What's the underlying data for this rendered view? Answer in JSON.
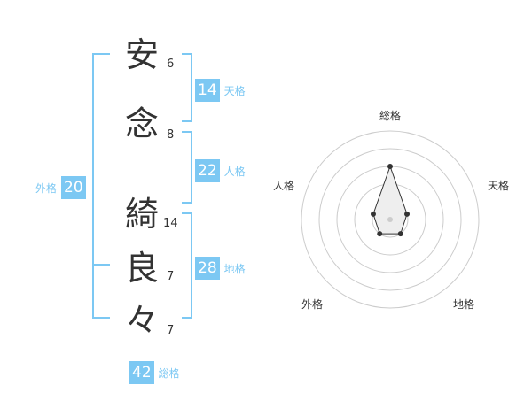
{
  "name": {
    "chars": [
      {
        "char": "安",
        "strokes": "6"
      },
      {
        "char": "念",
        "strokes": "8"
      },
      {
        "char": "綺",
        "strokes": "14"
      },
      {
        "char": "良",
        "strokes": "7"
      },
      {
        "char": "々",
        "strokes": "7"
      }
    ]
  },
  "fortune": {
    "tenkaku": {
      "value": "14",
      "label": "天格"
    },
    "jinkaku": {
      "value": "22",
      "label": "人格"
    },
    "chikaku": {
      "value": "28",
      "label": "地格"
    },
    "gaikaku": {
      "value": "20",
      "label": "外格"
    },
    "soukaku": {
      "value": "42",
      "label": "総格"
    }
  },
  "radar": {
    "labels": [
      "総格",
      "天格",
      "地格",
      "外格",
      "人格"
    ],
    "values": [
      3,
      1,
      1,
      1,
      1
    ],
    "max": 5,
    "colors": {
      "ring": "#cccccc",
      "fill": "#eeeeee",
      "line": "#333333",
      "center": "#cccccc"
    }
  }
}
